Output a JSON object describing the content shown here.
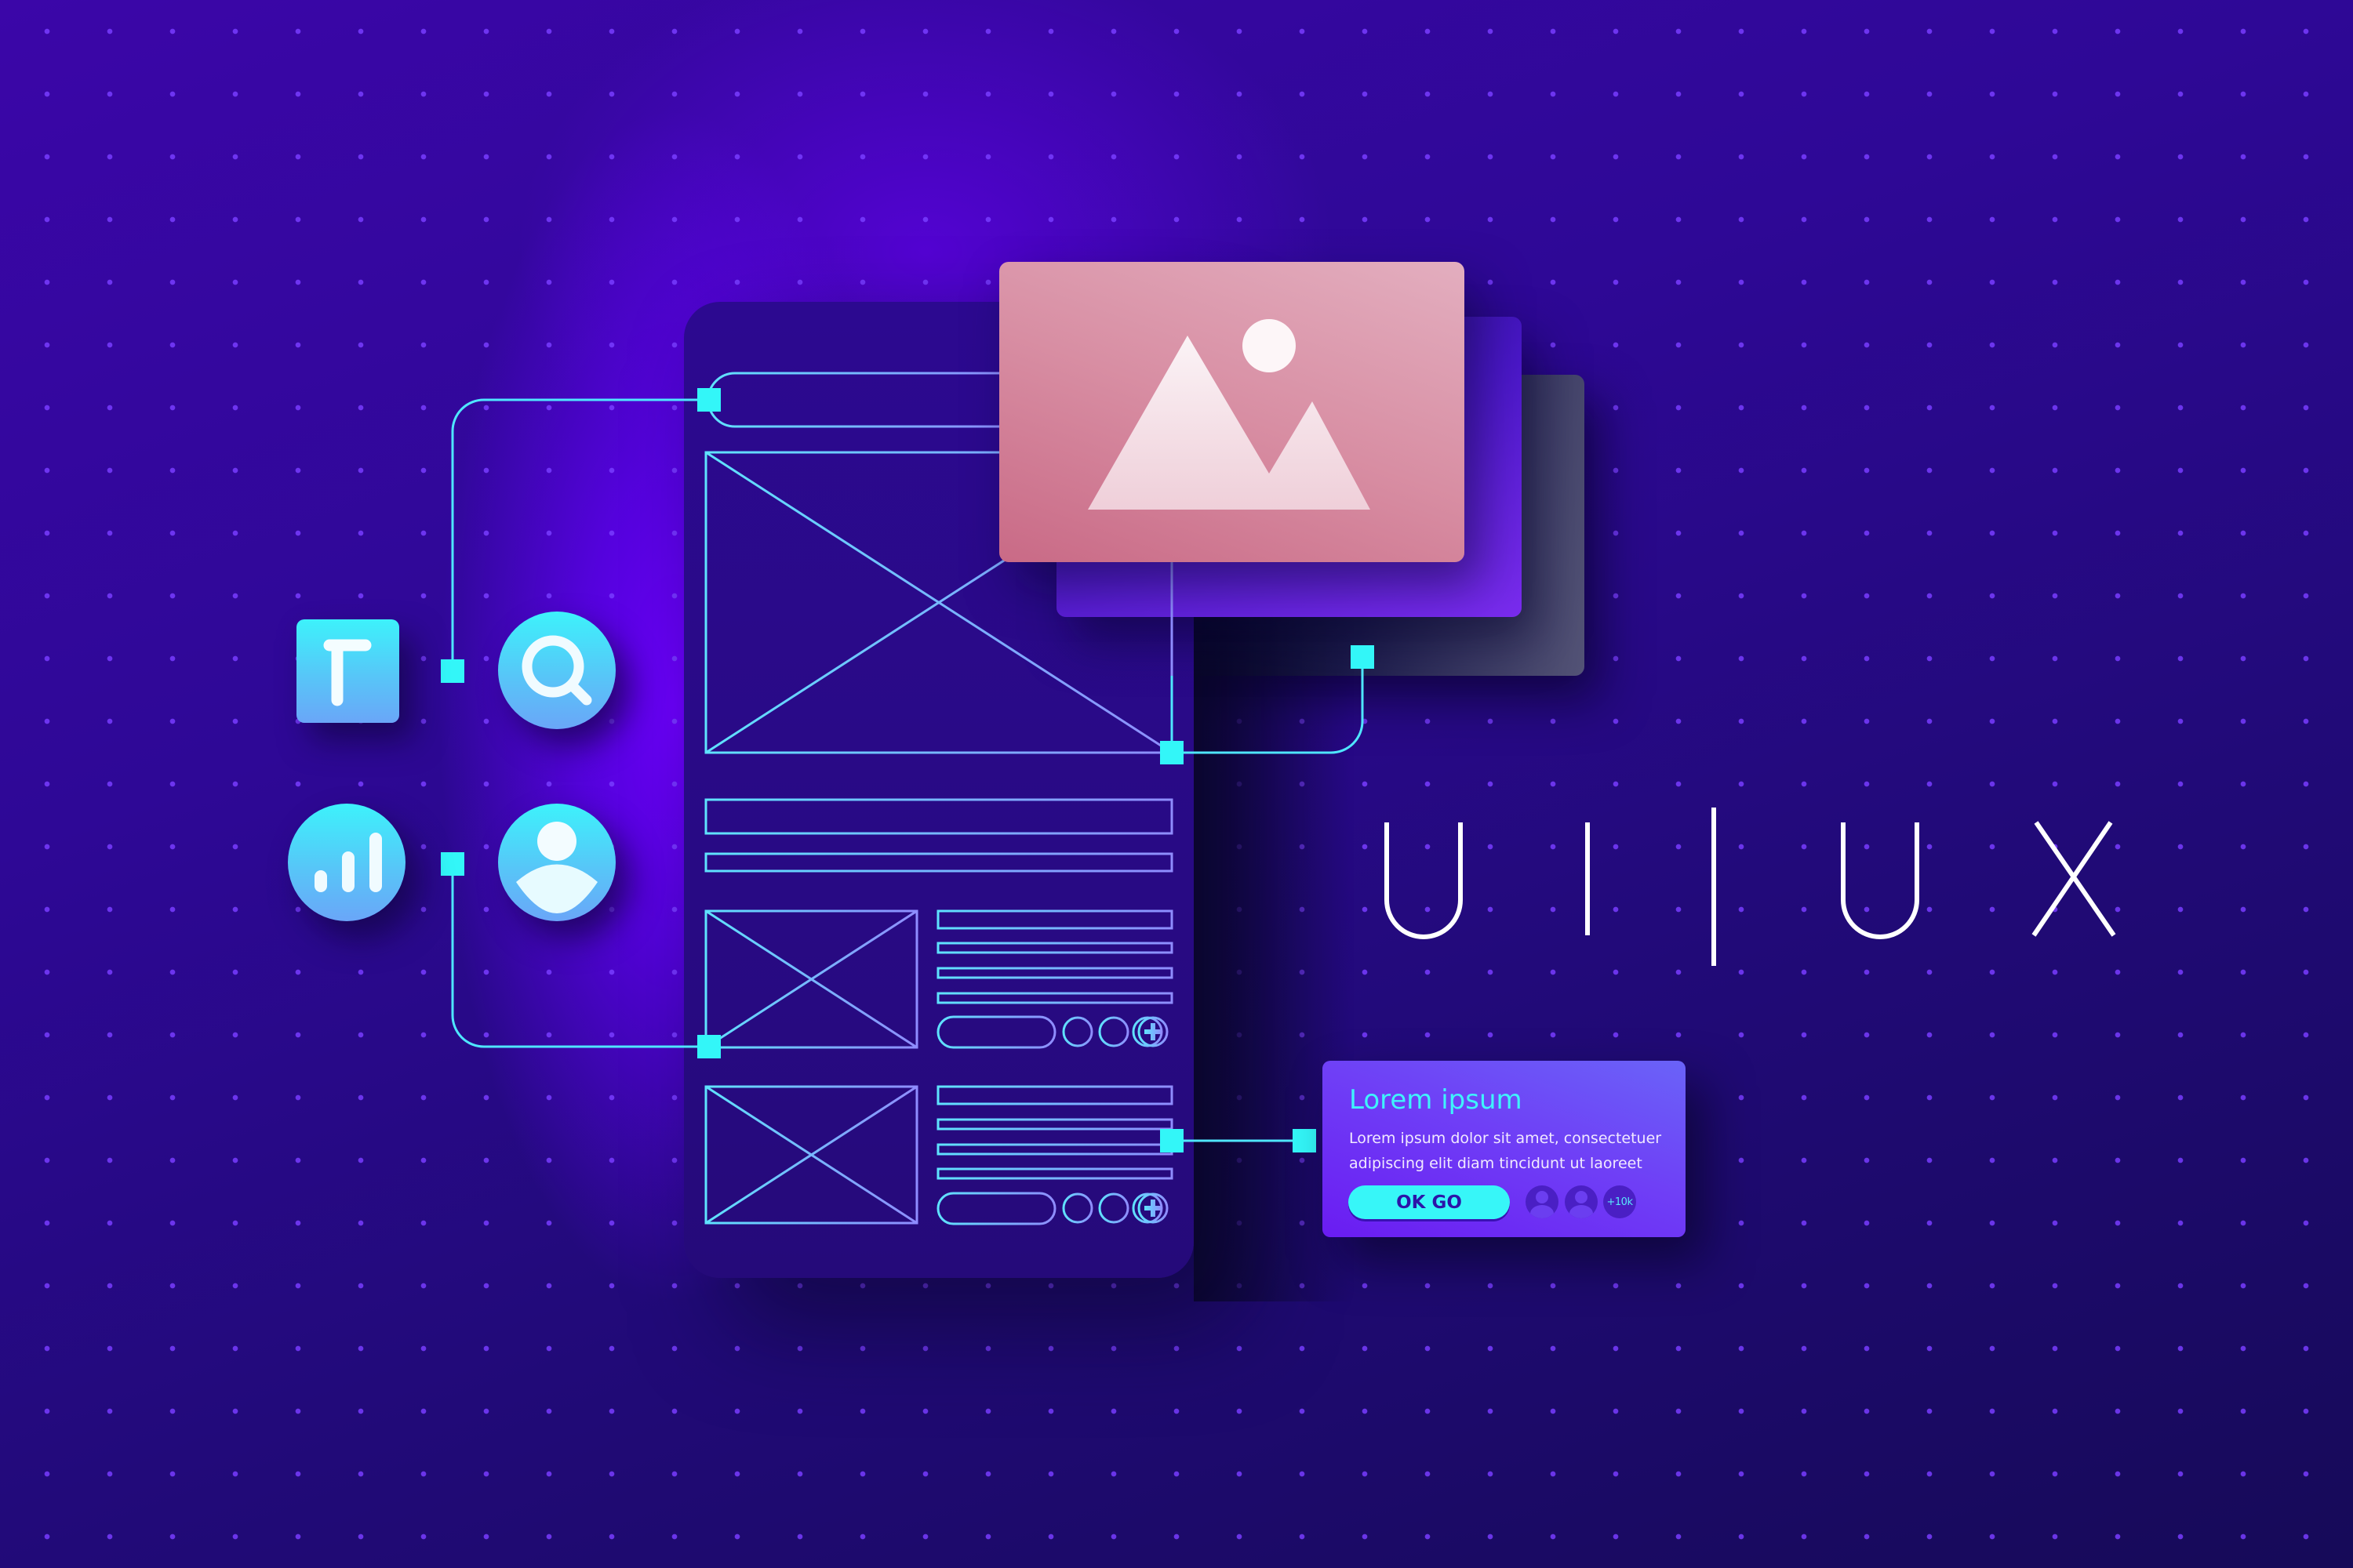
{
  "hero": {
    "headline_letters": [
      "U",
      "I",
      "|",
      "U",
      "X"
    ],
    "headline_text": "UI | UX"
  },
  "colors": {
    "background_top_left": "#3b06a8",
    "background_bottom_right": "#160a58",
    "glow": "#6e00ff",
    "accent_cyan": "#33f6f8",
    "wireframe_line": "#6fd4ff",
    "image_card_pink": "#d88ea3",
    "info_card": "#6a3ff6"
  },
  "tool_icons": [
    {
      "name": "text-tool",
      "glyph": "T"
    },
    {
      "name": "search-tool",
      "glyph": "magnifier"
    },
    {
      "name": "chart-tool",
      "glyph": "bar-chart"
    },
    {
      "name": "user-tool",
      "glyph": "user"
    }
  ],
  "image_stack": {
    "front_card": "image-placeholder (mountains + sun)",
    "layers": 3
  },
  "wireframe": {
    "rows": 2,
    "row_actions": [
      "pill-button",
      "circle",
      "circle",
      "plus-circle"
    ]
  },
  "info_card": {
    "title": "Lorem ipsum",
    "body_lines": [
      "Lorem ipsum dolor sit amet, consectetuer",
      "adipiscing elit diam tincidunt ut laoreet"
    ],
    "button_label": "OK GO",
    "avatars": 2,
    "avatar_count_label": "+10k"
  }
}
